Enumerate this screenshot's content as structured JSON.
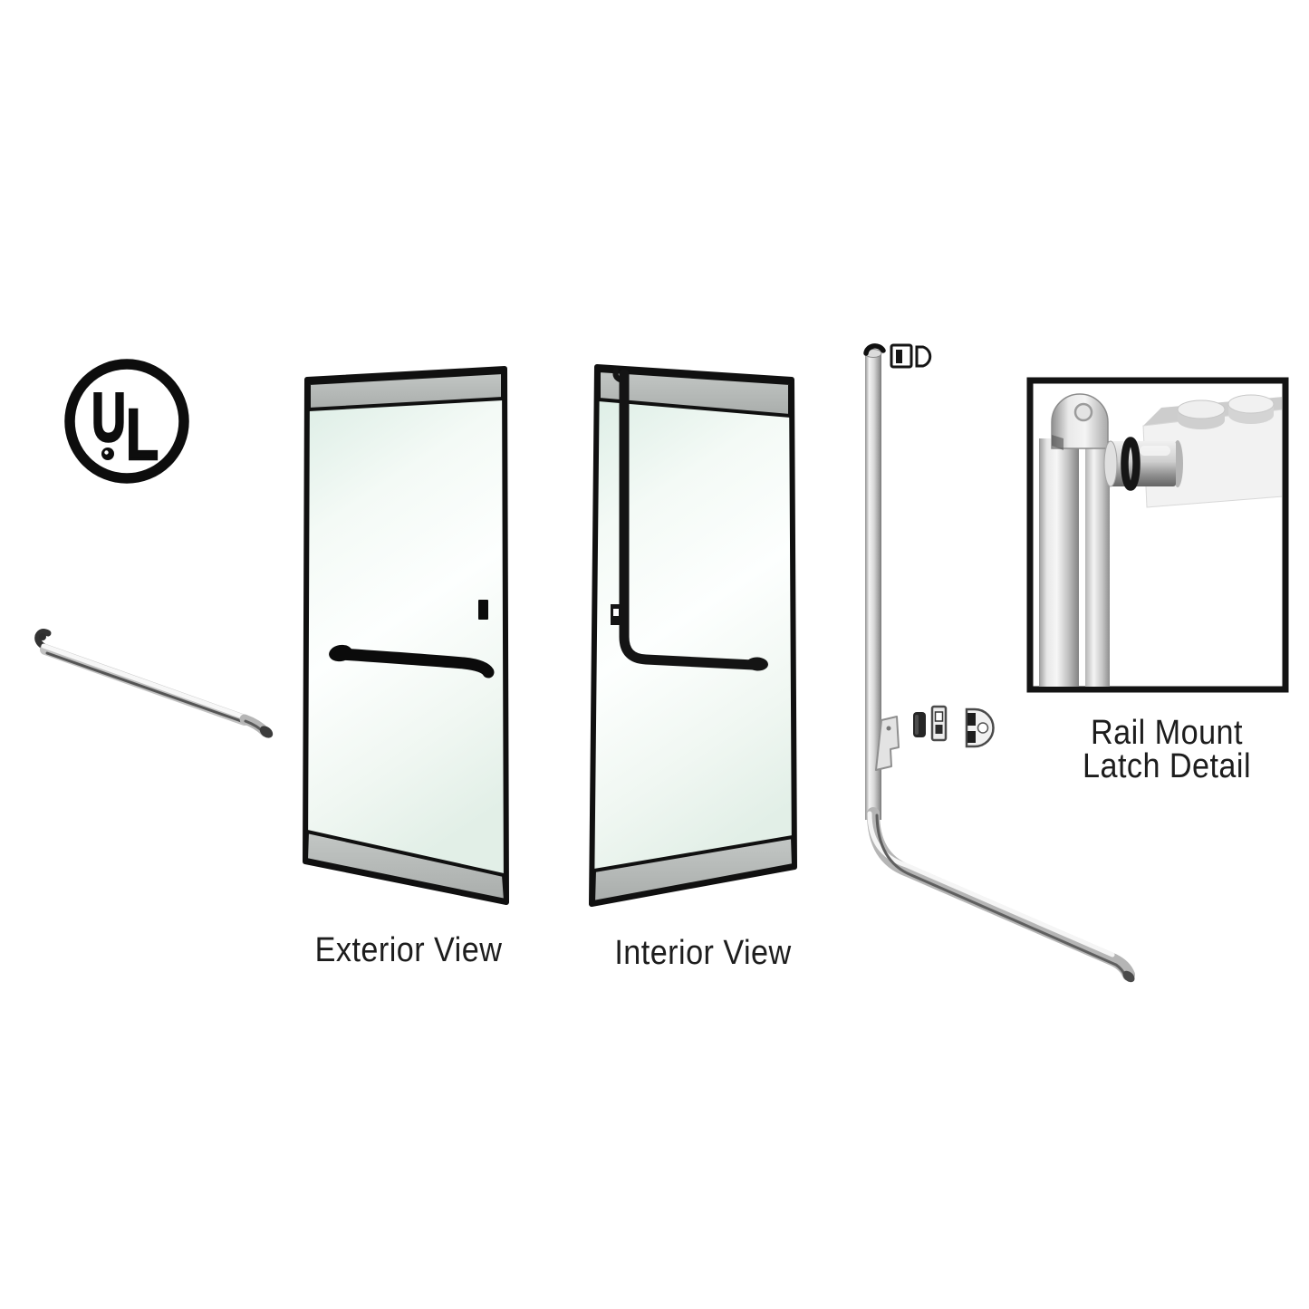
{
  "image": {
    "kind": "product-illustration",
    "background": "#ffffff"
  },
  "logo": {
    "name": "UL certification mark",
    "letter_u": "U",
    "letter_l": "L"
  },
  "labels": {
    "exterior_view": "Exterior View",
    "interior_view": "Interior View"
  },
  "inset": {
    "caption_line1": "Rail Mount",
    "caption_line2": "Latch Detail"
  },
  "colors": {
    "outline_black": "#101010",
    "glass_tint": "#d8ebe2",
    "rail_gray": "#b3b7b5",
    "hardware_black": "#0b0b0b",
    "chrome_light": "#f5f5f5",
    "chrome_mid": "#b9b9b9",
    "chrome_dark": "#5f5f5f",
    "text": "#1d1d1d"
  }
}
